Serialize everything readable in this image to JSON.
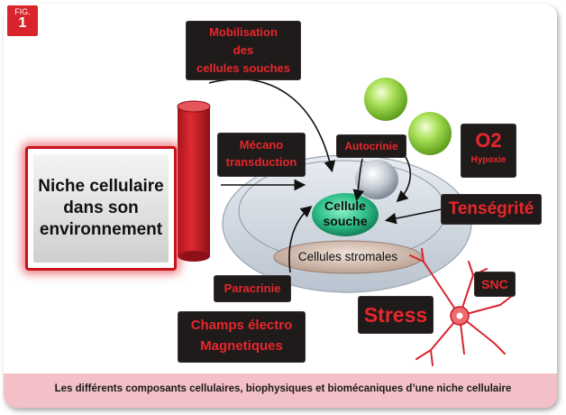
{
  "figure": {
    "tag_top": "FIG.",
    "tag_num": "1"
  },
  "caption": "Les différents composants cellulaires, biophysiques et biomécaniques d’une niche cellulaire",
  "niche_label": "Niche cellulaire dans son environnement",
  "boxes": {
    "mobilisation": [
      "Mobilisation",
      "des",
      "cellules souches"
    ],
    "mecano": [
      "Mécano",
      "transduction"
    ],
    "autocrinie": "Autocrinie",
    "o2": "O2",
    "hypoxie": "Hypoxie",
    "tensegrite": "Tenségrité",
    "paracrinie": "Paracrinie",
    "champs": [
      "Champs électro",
      "Magnetiques"
    ],
    "stress": "Stress",
    "snc": "SNC"
  },
  "cells": {
    "stem": [
      "Cellule",
      "souche"
    ],
    "stromal": "Cellules stromales"
  },
  "colors": {
    "accent_red": "#e8262b",
    "dark_box": "#1f1b1b",
    "caption_bg": "#f2c0c6",
    "stem_cell": "#2fbf8a",
    "green_cell": "#8fd13f"
  }
}
